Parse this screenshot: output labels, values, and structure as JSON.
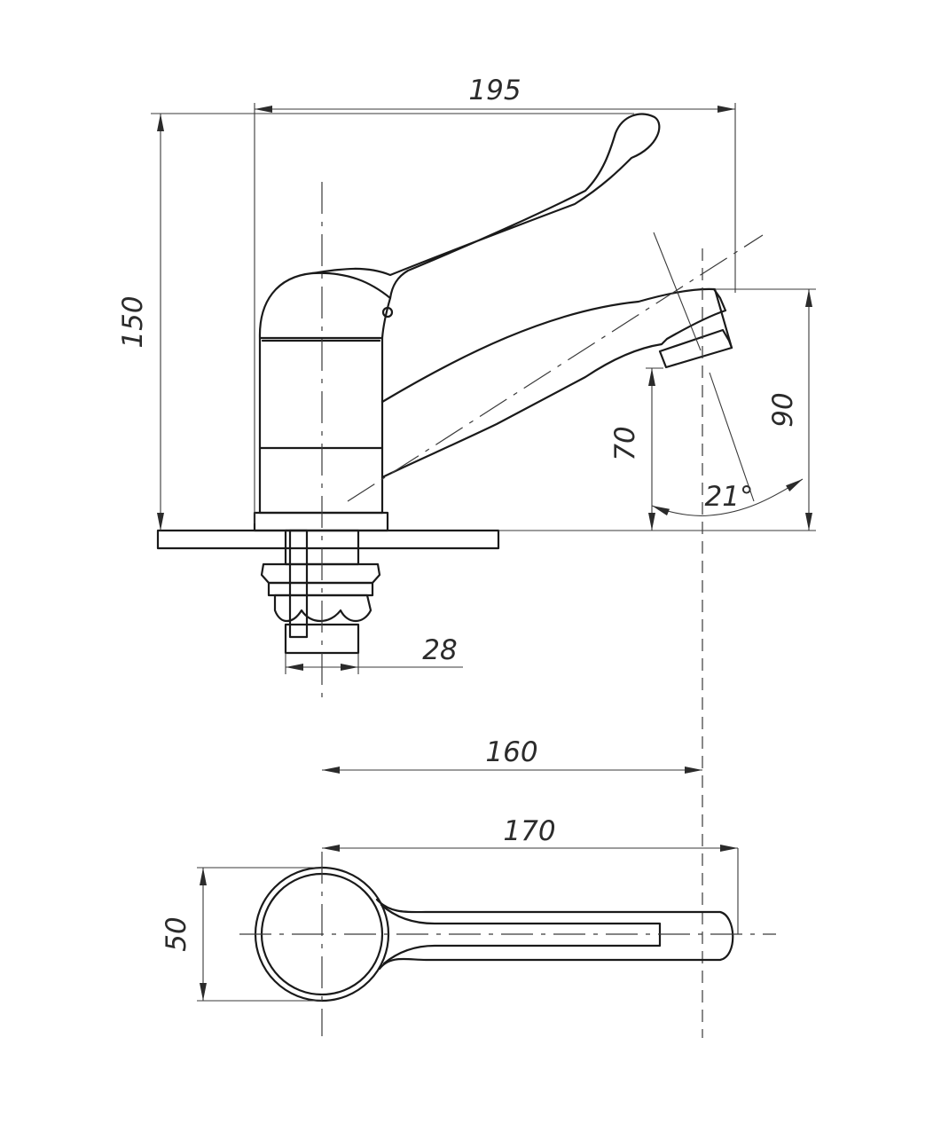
{
  "drawing": {
    "dimensions": {
      "overall_width": "195",
      "overall_height": "150",
      "spout_outlet_height": "70",
      "spout_top_height": "90",
      "spout_angle": "21°",
      "thread_diameter": "28",
      "spout_reach": "160",
      "handle_reach": "170",
      "body_diameter": "50"
    }
  }
}
